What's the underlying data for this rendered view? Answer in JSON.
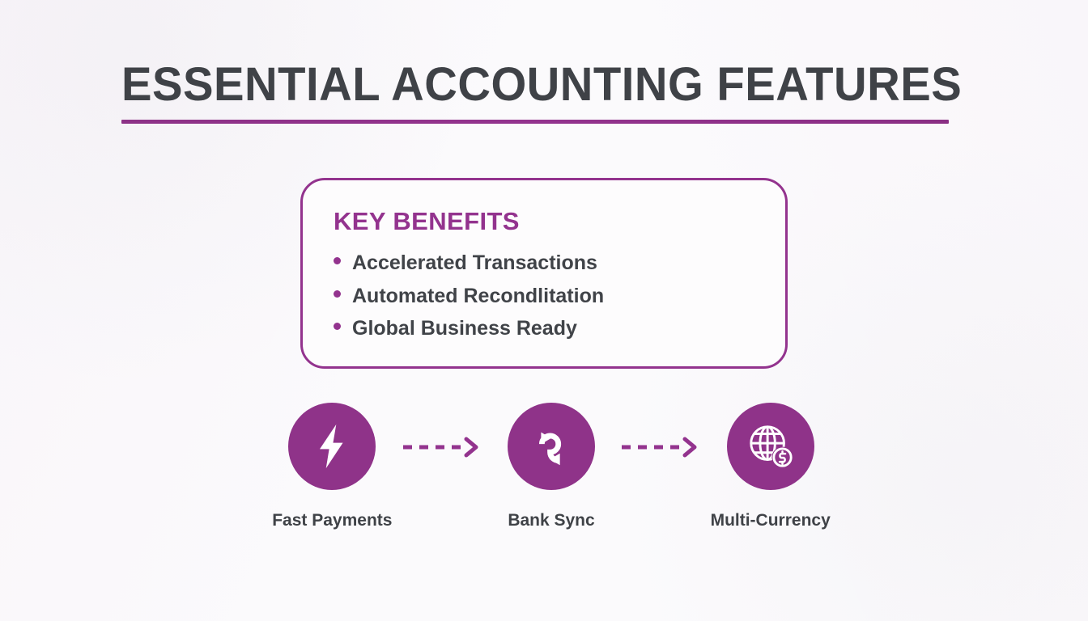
{
  "slide": {
    "title": "ESSENTIAL ACCOUNTING FEATURES",
    "background_color": "#fbfafc",
    "accent_color": "#93338e",
    "text_color": "#3f4247"
  },
  "benefits_card": {
    "heading": "KEY BENEFITS",
    "items": [
      {
        "label": "Accelerated Transactions"
      },
      {
        "label": "Automated Recondlitation"
      },
      {
        "label": "Global Business Ready"
      }
    ]
  },
  "flow": {
    "steps": [
      {
        "label": "Fast Payments",
        "icon": "lightning-bolt-icon"
      },
      {
        "label": "Bank Sync",
        "icon": "sync-arrows-icon"
      },
      {
        "label": "Multi-Currency",
        "icon": "globe-dollar-icon"
      }
    ],
    "connectors": [
      {
        "icon": "dashed-arrow-right-icon"
      },
      {
        "icon": "dashed-arrow-right-icon"
      }
    ]
  }
}
